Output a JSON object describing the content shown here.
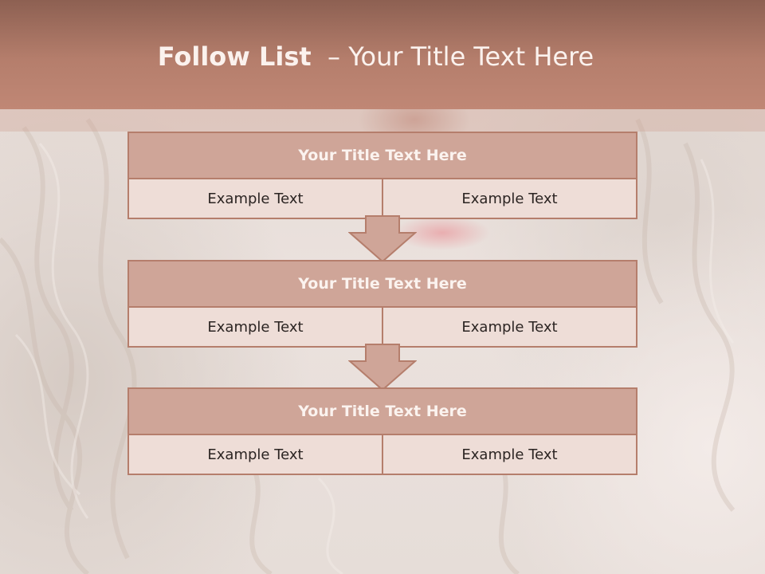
{
  "header": {
    "title_bold": "Follow List",
    "title_rest": "– Your Title Text Here"
  },
  "blocks": [
    {
      "title": "Your Title Text Here",
      "left": "Example Text",
      "right": "Example Text"
    },
    {
      "title": "Your Title Text Here",
      "left": "Example Text",
      "right": "Example Text"
    },
    {
      "title": "Your Title Text Here",
      "left": "Example Text",
      "right": "Example Text"
    }
  ],
  "colors": {
    "header": "#b57e6c",
    "block_title": "#cfa598",
    "block_row": "#eeddd7",
    "border": "#b57e6c"
  }
}
